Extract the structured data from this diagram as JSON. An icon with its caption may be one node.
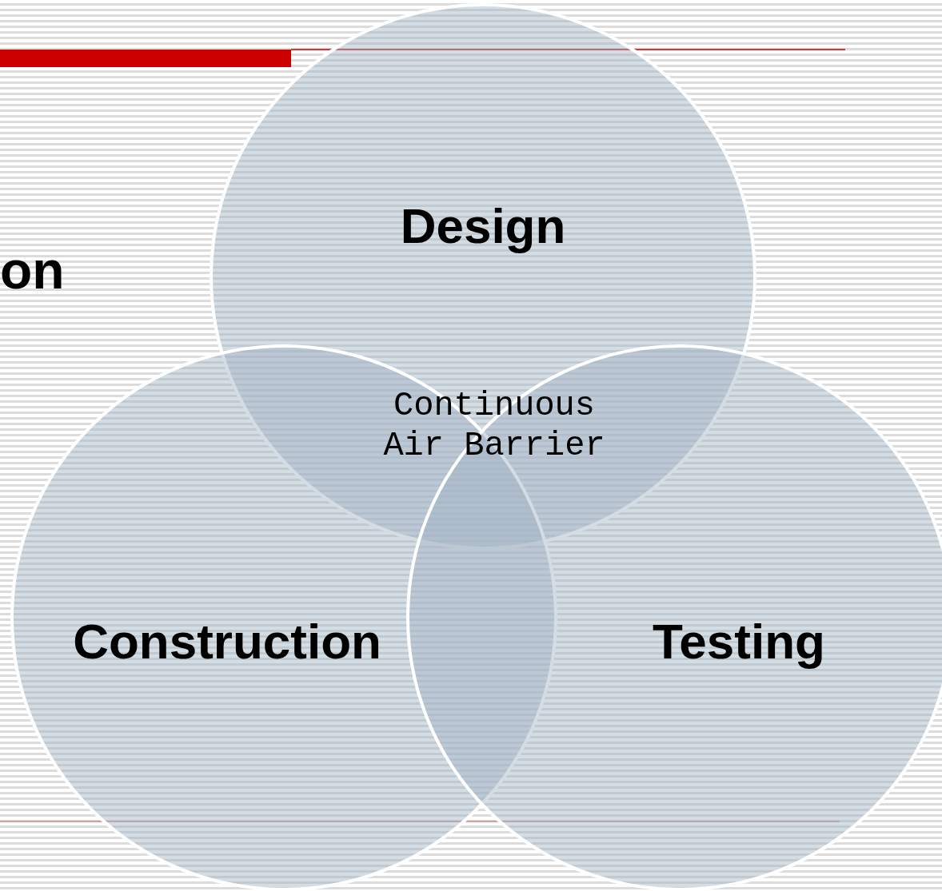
{
  "diagram": {
    "nodes": [
      {
        "text": [
          "Design"
        ]
      },
      {
        "text": [
          "Construction"
        ]
      },
      {
        "text": [
          "Testing"
        ]
      }
    ],
    "edges": [],
    "labels": [
      "on",
      "Continuous Air Barrier"
    ]
  }
}
